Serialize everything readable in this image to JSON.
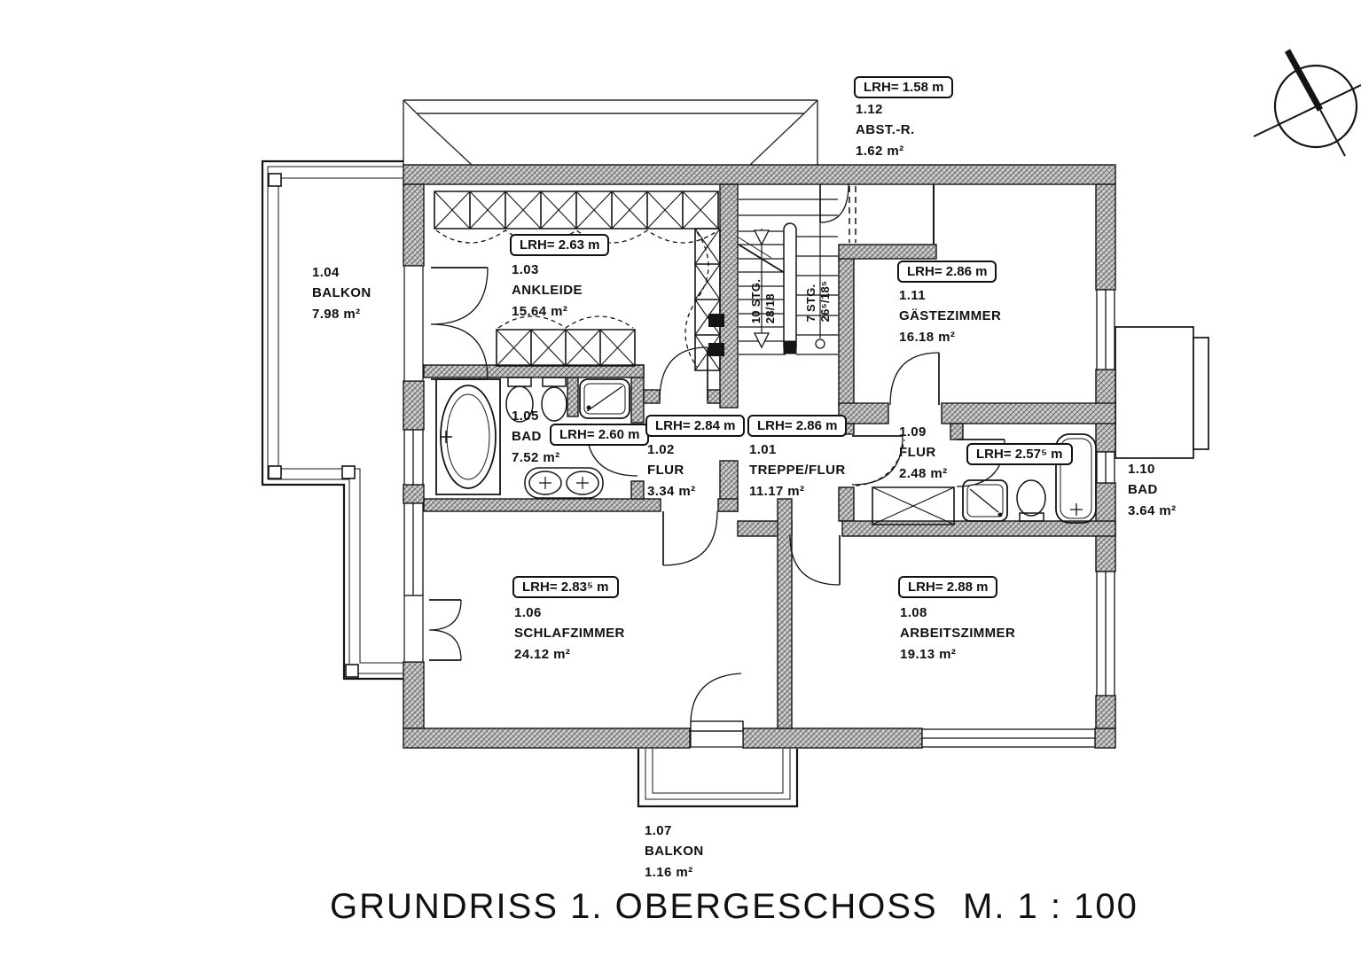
{
  "title": {
    "main": "GRUNDRISS 1. OBERGESCHOSS",
    "scale": "M. 1 : 100"
  },
  "rooms": [
    {
      "number": "1.01",
      "name": "TREPPE/FLUR",
      "area": "11.17 m²",
      "lrh": "LRH= 2.86 m"
    },
    {
      "number": "1.02",
      "name": "FLUR",
      "area": "3.34 m²",
      "lrh": "LRH= 2.84 m"
    },
    {
      "number": "1.03",
      "name": "ANKLEIDE",
      "area": "15.64 m²",
      "lrh": "LRH= 2.63 m"
    },
    {
      "number": "1.04",
      "name": "BALKON",
      "area": "7.98 m²"
    },
    {
      "number": "1.05",
      "name": "BAD",
      "area": "7.52 m²",
      "lrh": "LRH= 2.60 m"
    },
    {
      "number": "1.06",
      "name": "SCHLAFZIMMER",
      "area": "24.12 m²",
      "lrh": "LRH= 2.83⁵ m"
    },
    {
      "number": "1.07",
      "name": "BALKON",
      "area": "1.16 m²"
    },
    {
      "number": "1.08",
      "name": "ARBEITSZIMMER",
      "area": "19.13 m²",
      "lrh": "LRH= 2.88 m"
    },
    {
      "number": "1.09",
      "name": "FLUR",
      "area": "2.48 m²"
    },
    {
      "number": "1.10",
      "name": "BAD",
      "area": "3.64 m²",
      "lrh": "LRH= 2.57⁵ m"
    },
    {
      "number": "1.11",
      "name": "GÄSTEZIMMER",
      "area": "16.18 m²",
      "lrh": "LRH= 2.86 m"
    },
    {
      "number": "1.12",
      "name": "ABST.-R.",
      "area": "1.62 m²",
      "lrh": "LRH= 1.58 m"
    }
  ],
  "stairs": {
    "left": {
      "steps": "10 STG.",
      "rise": "28/18"
    },
    "right": {
      "steps": "7 STG.",
      "rise": "26⁵/18⁵"
    }
  },
  "icons": {
    "north_arrow": "compass-needle"
  },
  "colors": {
    "line": "#141414",
    "wall_fill": "#cfcfcf"
  }
}
